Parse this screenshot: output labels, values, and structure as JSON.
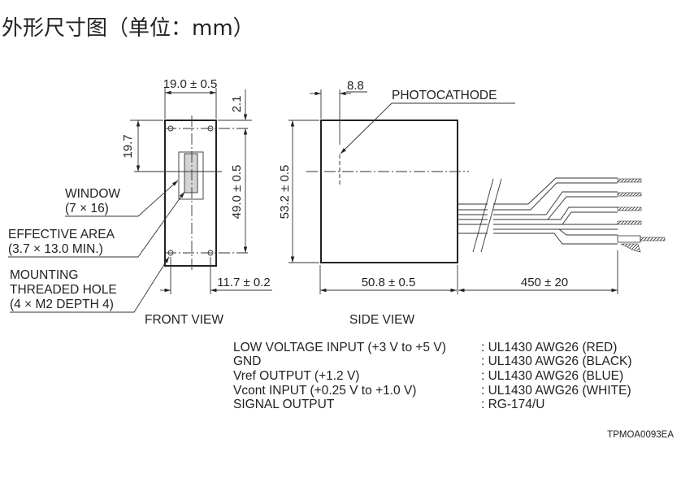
{
  "title": "外形尺寸图（单位：mm）",
  "front_view": {
    "caption": "FRONT VIEW",
    "dim_width": "19.0 ± 0.5",
    "dim_top_offset": "2.1",
    "dim_window_center": "19.7",
    "dim_hole_pitch_v": "49.0 ± 0.5",
    "dim_hole_pitch_h": "11.7 ± 0.2",
    "window_label": "WINDOW",
    "window_size": "(7 × 16)",
    "effective_area_label": "EFFECTIVE AREA",
    "effective_area_size": "(3.7 × 13.0 MIN.)",
    "mounting_label_1": "MOUNTING",
    "mounting_label_2": "THREADED HOLE",
    "mounting_label_3": "(4 × M2 DEPTH 4)"
  },
  "side_view": {
    "caption": "SIDE VIEW",
    "dim_photocathode": "8.8",
    "photocathode_label": "PHOTOCATHODE",
    "dim_height": "53.2 ± 0.5",
    "dim_length": "50.8 ± 0.5",
    "dim_cable": "450 ± 20"
  },
  "wiring": [
    {
      "signal": "LOW VOLTAGE INPUT (+3 V to +5 V)",
      "cable": ": UL1430 AWG26 (RED)"
    },
    {
      "signal": "GND",
      "cable": ": UL1430 AWG26 (BLACK)"
    },
    {
      "signal": "Vref OUTPUT (+1.2 V)",
      "cable": ": UL1430 AWG26 (BLUE)"
    },
    {
      "signal": "Vcont INPUT (+0.25 V to +1.0 V)",
      "cable": ": UL1430 AWG26 (WHITE)"
    },
    {
      "signal": "SIGNAL OUTPUT",
      "cable": ": RG-174/U"
    }
  ],
  "drawing_code": "TPMOA0093EA"
}
